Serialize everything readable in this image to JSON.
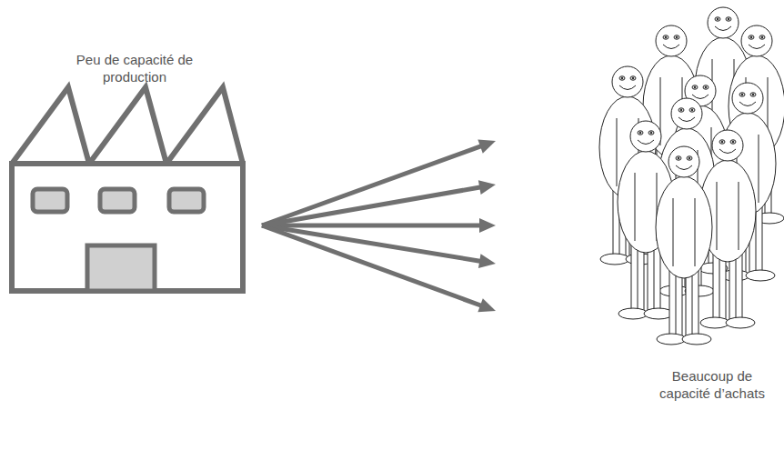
{
  "diagram": {
    "nodes": [
      {
        "text": [
          "Peu de capacité de production"
        ]
      },
      {
        "text": [
          "Beaucoup de capacité d’achats"
        ]
      }
    ],
    "edges": [
      {
        "from": 0,
        "to": 1,
        "arrow": "to"
      },
      {
        "from": 0,
        "to": 1,
        "arrow": "to"
      },
      {
        "from": 0,
        "to": 1,
        "arrow": "to"
      },
      {
        "from": 0,
        "to": 1,
        "arrow": "to"
      },
      {
        "from": 0,
        "to": 1,
        "arrow": "to"
      }
    ]
  }
}
